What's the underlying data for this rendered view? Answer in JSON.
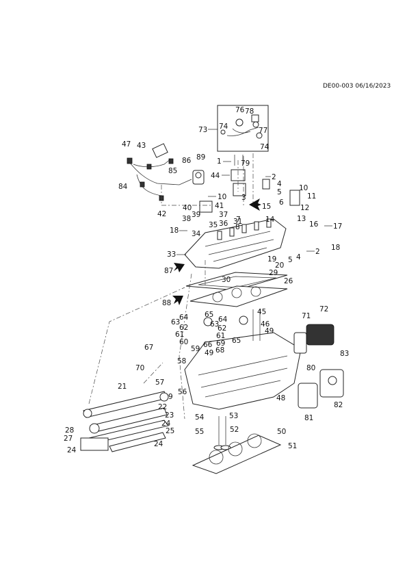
{
  "document_ref": "DE00-003 06/16/2023",
  "callouts": [
    "1",
    "2",
    "3",
    "4",
    "5",
    "6",
    "7",
    "8",
    "9",
    "10",
    "11",
    "12",
    "13",
    "14",
    "15",
    "16",
    "17",
    "18",
    "19",
    "20",
    "21",
    "22",
    "23",
    "24",
    "25",
    "26",
    "27",
    "28",
    "29",
    "30",
    "31",
    "33",
    "34",
    "35",
    "36",
    "37",
    "38",
    "39",
    "40",
    "41",
    "42",
    "43",
    "44",
    "45",
    "46",
    "47",
    "48",
    "49",
    "50",
    "51",
    "52",
    "53",
    "54",
    "55",
    "56",
    "57",
    "58",
    "59",
    "60",
    "61",
    "62",
    "63",
    "64",
    "65",
    "66",
    "67",
    "68",
    "69",
    "70",
    "71",
    "72",
    "73",
    "74",
    "76",
    "77",
    "78",
    "79",
    "80",
    "81",
    "82",
    "83",
    "84",
    "85",
    "86",
    "87",
    "88",
    "89"
  ]
}
